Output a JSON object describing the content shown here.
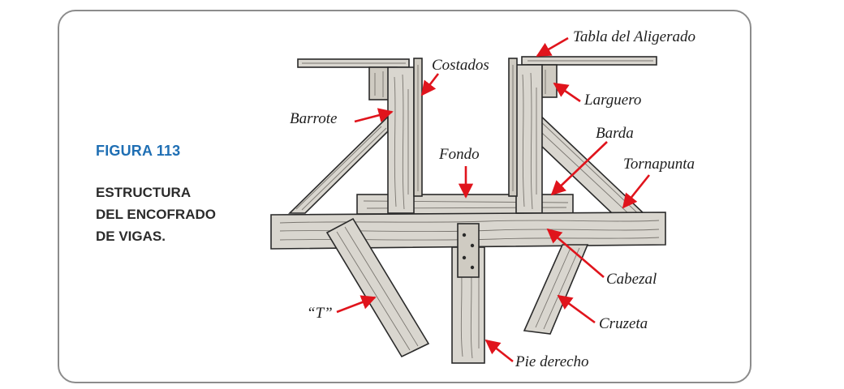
{
  "figure": {
    "number": "FIGURA 113",
    "caption_lines": [
      "ESTRUCTURA",
      "DEL ENCOFRADO",
      "DE VIGAS."
    ]
  },
  "labels": {
    "tabla_aligerado": "Tabla del Aligerado",
    "costados": "Costados",
    "larguero": "Larguero",
    "barrote": "Barrote",
    "barda": "Barda",
    "fondo": "Fondo",
    "tornapunta": "Tornapunta",
    "cabezal": "Cabezal",
    "t": "“T”",
    "cruzeta": "Cruzeta",
    "pie_derecho": "Pie derecho"
  },
  "colors": {
    "accent_blue": "#1f6fb4",
    "arrow_red": "#e0141c",
    "wood": "#d9d6cf",
    "outline": "#2a2a2a"
  }
}
